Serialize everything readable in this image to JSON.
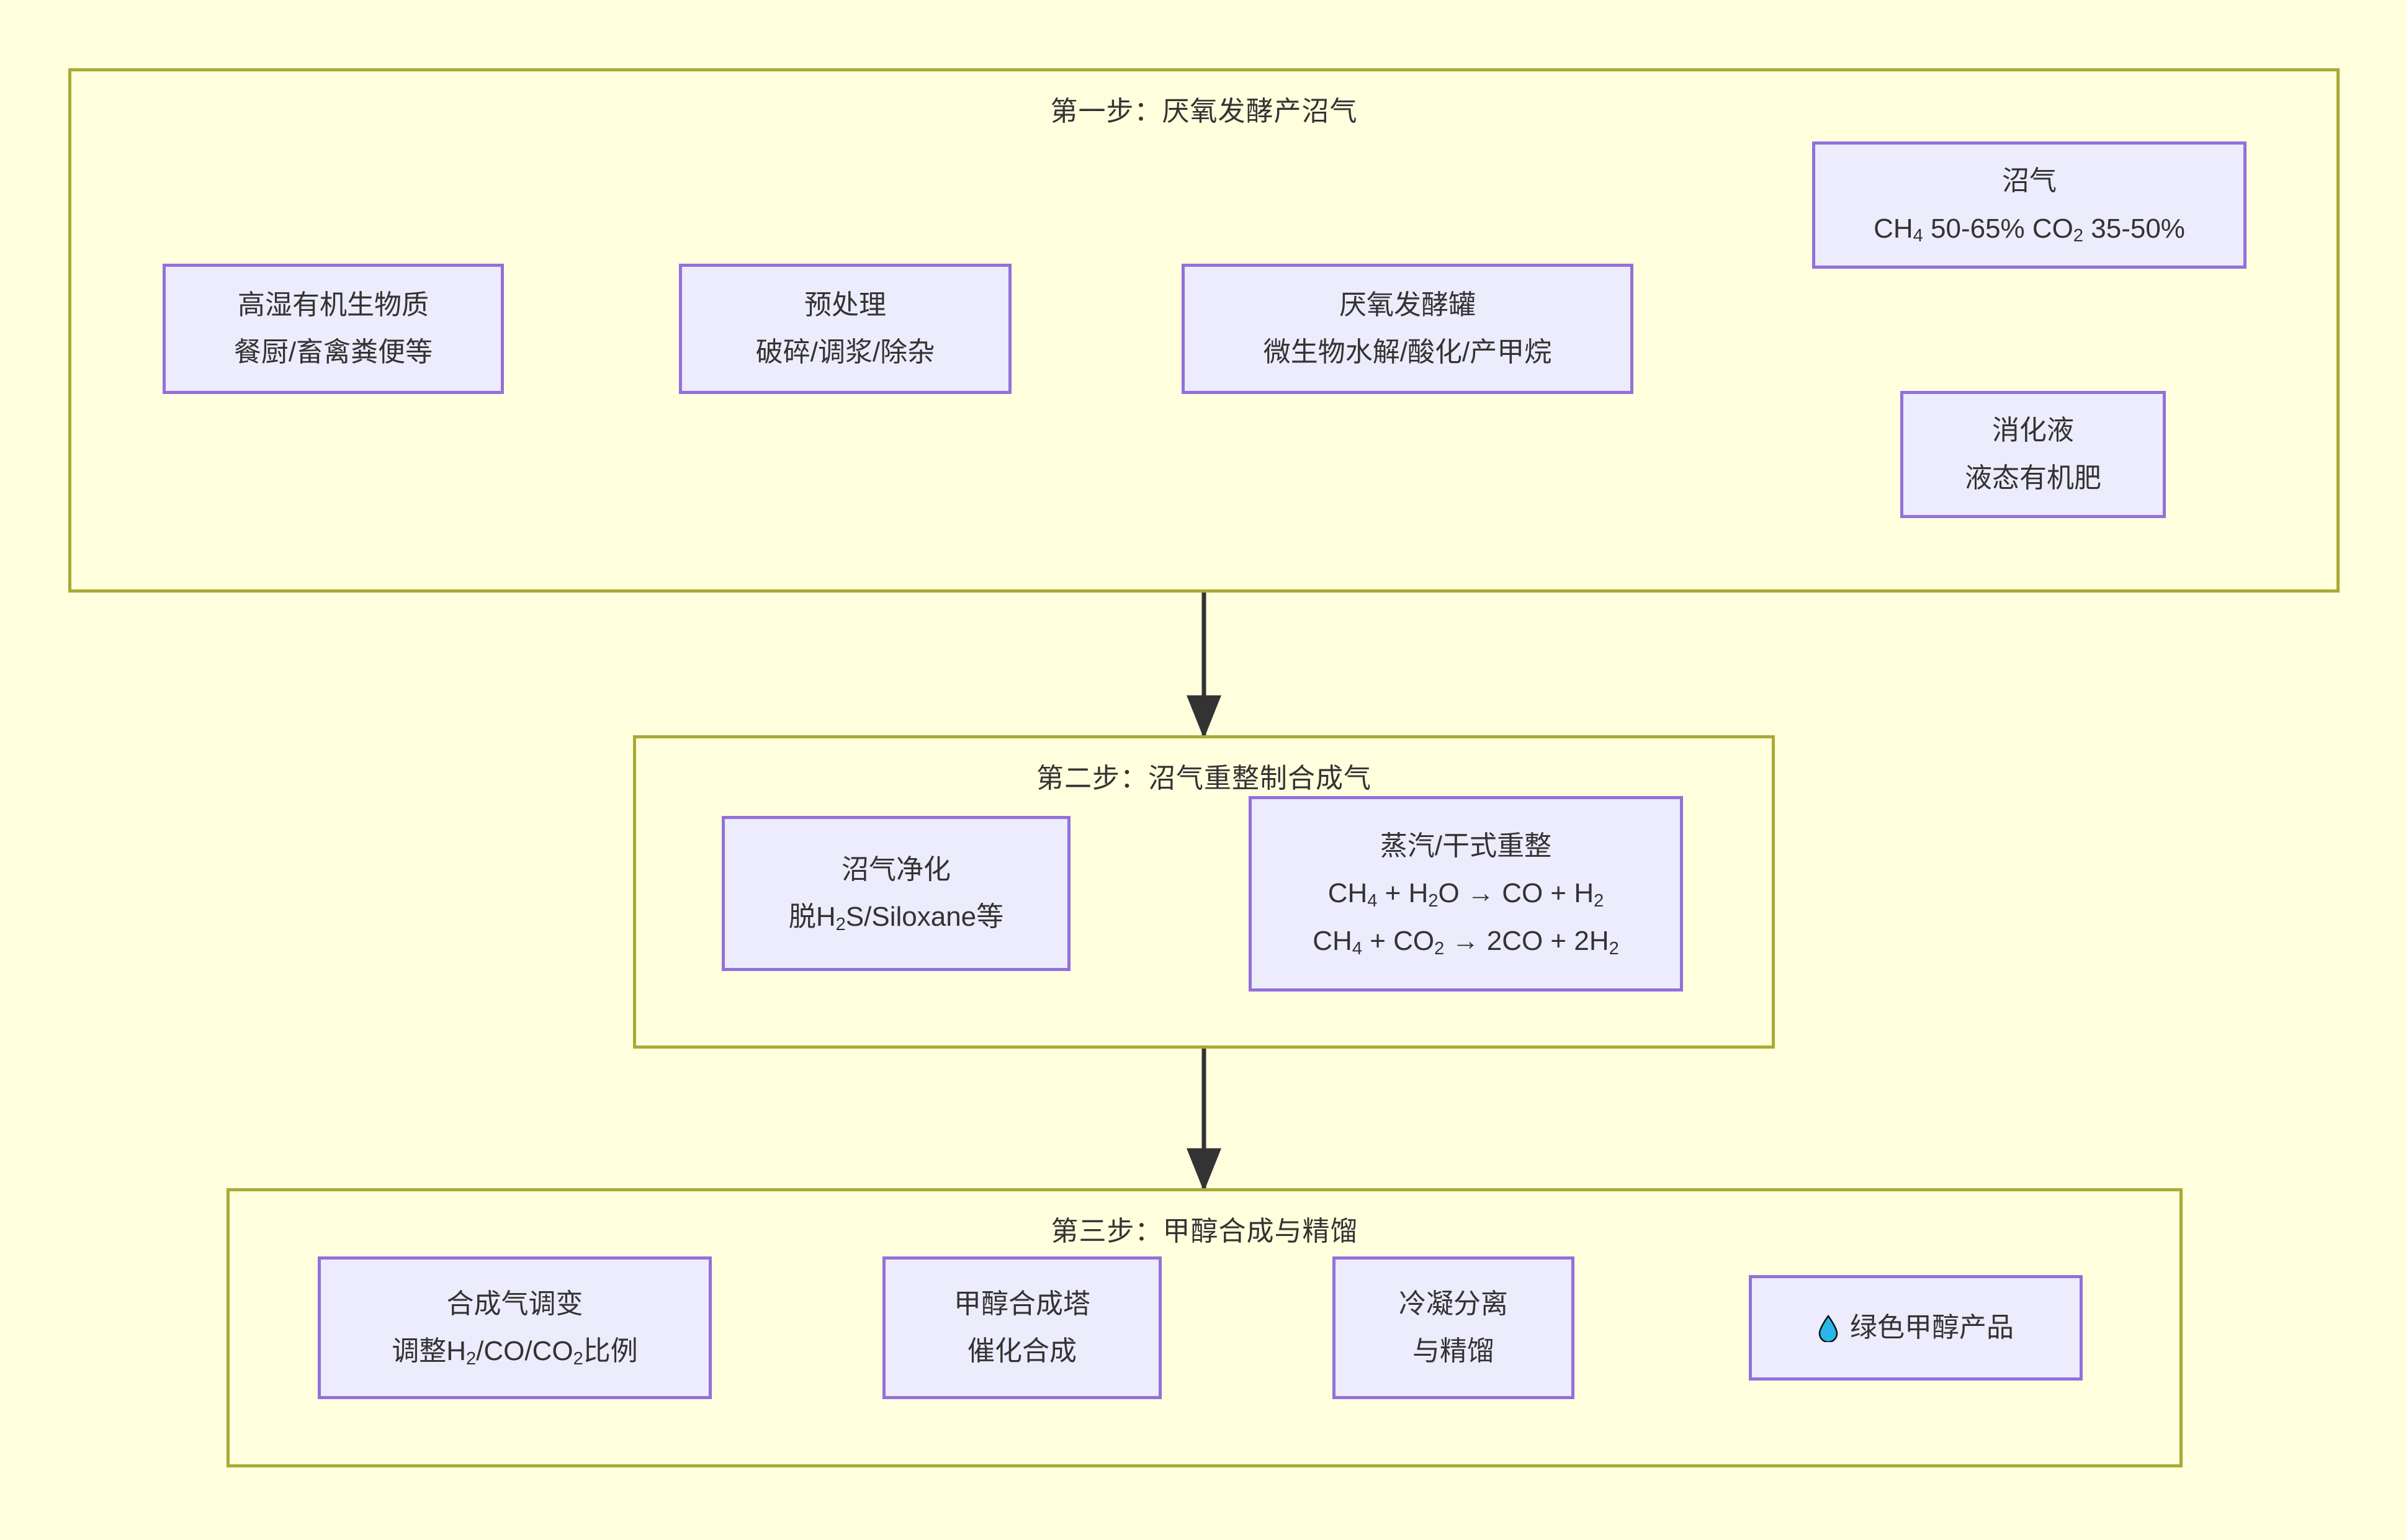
{
  "diagram": {
    "type": "flowchart",
    "direction": "top-down",
    "background_color": "#FFFFDE",
    "subgraph_border_color": "#AAAA33",
    "node_fill_color": "#ECECFD",
    "node_border_color": "#9370DB",
    "edge_color": "#333333"
  },
  "subgraphs": [
    {
      "id": "step1",
      "title": "第一步：厌氧发酵产沼气",
      "nodes": [
        {
          "id": "feedstock",
          "lines": [
            "高湿有机生物质",
            "餐厨/畜禽粪便等"
          ]
        },
        {
          "id": "pretreatment",
          "lines": [
            "预处理",
            "破碎/调浆/除杂"
          ]
        },
        {
          "id": "digester",
          "lines": [
            "厌氧发酵罐",
            "微生物水解/酸化/产甲烷"
          ]
        },
        {
          "id": "biogas",
          "lines": [
            "沼气",
            "CH₄ 50-65% CO₂ 35-50%"
          ],
          "line2_html": "CH<sub>4</sub> 50-65% CO<sub>2</sub> 35-50%"
        },
        {
          "id": "digestate",
          "lines": [
            "消化液",
            "液态有机肥"
          ]
        }
      ]
    },
    {
      "id": "step2",
      "title": "第二步：沼气重整制合成气",
      "nodes": [
        {
          "id": "purification",
          "lines": [
            "沼气净化",
            "脱H₂S/Siloxane等"
          ],
          "line2_html": "脱H<sub>2</sub>S/Siloxane等"
        },
        {
          "id": "reforming",
          "lines": [
            "蒸汽/干式重整",
            "CH₄ + H₂O → CO + H₂",
            "CH₄ + CO₂ → 2CO + 2H₂"
          ],
          "line2_html": "CH<sub>4</sub> + H<sub>2</sub>O → CO + H<sub>2</sub>",
          "line3_html": "CH<sub>4</sub> + CO<sub>2</sub> → 2CO + 2H<sub>2</sub>"
        }
      ]
    },
    {
      "id": "step3",
      "title": "第三步：甲醇合成与精馏",
      "nodes": [
        {
          "id": "shift",
          "lines": [
            "合成气调变",
            "调整H₂/CO/CO₂比例"
          ],
          "line2_html": "调整H<sub>2</sub>/CO/CO<sub>2</sub>比例"
        },
        {
          "id": "synthesis-tower",
          "lines": [
            "甲醇合成塔",
            "催化合成"
          ]
        },
        {
          "id": "condensation",
          "lines": [
            "冷凝分离",
            "与精馏"
          ]
        },
        {
          "id": "product",
          "icon": "droplet-icon",
          "icon_color": "#29B6E8",
          "lines": [
            "绿色甲醇产品"
          ]
        }
      ]
    }
  ],
  "edges": [
    {
      "from": "feedstock",
      "to": "pretreatment",
      "style": "arrow"
    },
    {
      "from": "pretreatment",
      "to": "digester",
      "style": "arrow"
    },
    {
      "from": "digester",
      "to": "biogas",
      "style": "curved-arrow"
    },
    {
      "from": "digester",
      "to": "digestate",
      "style": "curved-arrow"
    },
    {
      "from": "step1",
      "to": "step2",
      "style": "arrow"
    },
    {
      "from": "purification",
      "to": "reforming",
      "style": "arrow"
    },
    {
      "from": "step2",
      "to": "step3",
      "style": "arrow"
    },
    {
      "from": "shift",
      "to": "synthesis-tower",
      "style": "arrow"
    },
    {
      "from": "synthesis-tower",
      "to": "condensation",
      "style": "arrow"
    },
    {
      "from": "condensation",
      "to": "product",
      "style": "arrow"
    }
  ]
}
